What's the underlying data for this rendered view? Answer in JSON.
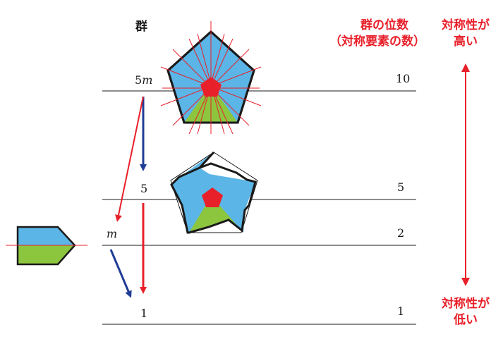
{
  "headers": {
    "group": "群",
    "order_line1": "群の位数",
    "order_line2": "（対称要素の数）",
    "high_line1": "対称性が",
    "high_line2": "高い",
    "low_line1": "対称性が",
    "low_line2": "低い"
  },
  "levels": [
    {
      "group_coef": "5",
      "group_var": "m",
      "order": "10"
    },
    {
      "group_coef": "5",
      "group_var": "",
      "order": "5"
    },
    {
      "group_coef": "",
      "group_var": "m",
      "order": "2"
    },
    {
      "group_coef": "1",
      "group_var": "",
      "order": "1"
    }
  ],
  "colors": {
    "blue_fill": "#5bb5e6",
    "green_fill": "#8cc63f",
    "red": "#e8202a",
    "arrow_blue": "#1f3c96",
    "line": "#1a1a1a"
  }
}
